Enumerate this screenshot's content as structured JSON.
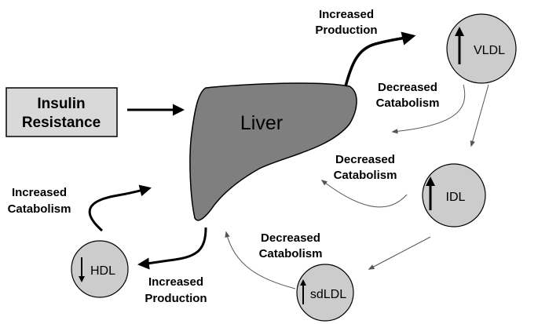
{
  "colors": {
    "liver_fill": "#7f7f7f",
    "node_fill": "#cccccc",
    "box_fill": "#d9d9d9",
    "stroke": "#000000",
    "thin_arrow": "#555555"
  },
  "insulin_box": {
    "line1": "Insulin",
    "line2": "Resistance"
  },
  "liver": {
    "label": "Liver"
  },
  "nodes": {
    "vldl": {
      "label": "VLDL",
      "indicator": "up-arrow-icon"
    },
    "idl": {
      "label": "IDL",
      "indicator": "up-arrow-icon"
    },
    "sdldl": {
      "label": "sdLDL",
      "indicator": "up-arrow-icon"
    },
    "hdl": {
      "label": "HDL",
      "indicator": "down-arrow-icon"
    }
  },
  "labels": {
    "vldl_production": {
      "line1": "Increased",
      "line2": "Production"
    },
    "vldl_catabolism": {
      "line1": "Decreased",
      "line2": "Catabolism"
    },
    "idl_catabolism": {
      "line1": "Decreased",
      "line2": "Catabolism"
    },
    "sdldl_catabolism": {
      "line1": "Decreased",
      "line2": "Catabolism"
    },
    "hdl_catabolism": {
      "line1": "Increased",
      "line2": "Catabolism"
    },
    "hdl_production": {
      "line1": "Increased",
      "line2": "Production"
    }
  }
}
